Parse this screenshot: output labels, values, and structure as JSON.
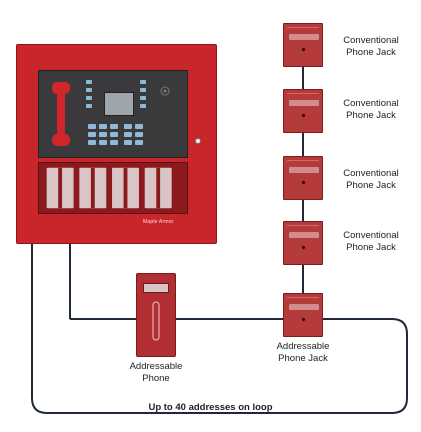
{
  "panel": {
    "brand": "Maple Armor"
  },
  "phone_jacks": [
    {
      "label_line1": "Conventional",
      "label_line2": "Phone Jack"
    },
    {
      "label_line1": "Conventional",
      "label_line2": "Phone Jack"
    },
    {
      "label_line1": "Conventional",
      "label_line2": "Phone Jack"
    },
    {
      "label_line1": "Conventional",
      "label_line2": "Phone Jack"
    }
  ],
  "addressable_jack": {
    "label_line1": "Addressable",
    "label_line2": "Phone Jack"
  },
  "addressable_phone": {
    "label_line1": "Addressable",
    "label_line2": "Phone"
  },
  "loop_caption": "Up to 40 addresses on loop",
  "colors": {
    "panel_red": "#c8262b",
    "device_red": "#b53a3a",
    "wire": "#1e2a3a"
  }
}
